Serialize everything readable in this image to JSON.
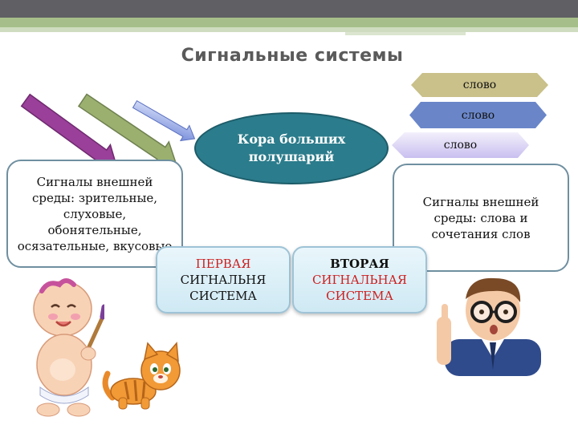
{
  "title": "Сигнальные системы",
  "cortex": {
    "label": "Кора больших полушарий"
  },
  "left_signals": {
    "text": "Сигналы внешней среды: зрительные, слуховые, обонятельные, осязательные, вкусовые"
  },
  "right_signals": {
    "text": "Сигналы внешней среды: слова и сочетания слов"
  },
  "first_system": {
    "line1": "ПЕРВАЯ",
    "line2": "СИГНАЛЬНЯ",
    "line3": "СИСТЕМА"
  },
  "second_system": {
    "line1": "ВТОРАЯ",
    "line2": "СИГНАЛЬНАЯ",
    "line3": "СИСТЕМА"
  },
  "words": [
    "слово",
    "слово",
    "слово"
  ],
  "colors": {
    "accent_green": "#a6bf8a",
    "cortex": "#2b7c8c",
    "arrow_purple": "#9a3f9a",
    "arrow_olive": "#9bb06f",
    "arrow_blue": "#7f95dc",
    "word_tan": "#c9c08a",
    "word_blue": "#6a86c9",
    "word_lavender": "#c9bff0",
    "system_red": "#cc1f1f"
  }
}
